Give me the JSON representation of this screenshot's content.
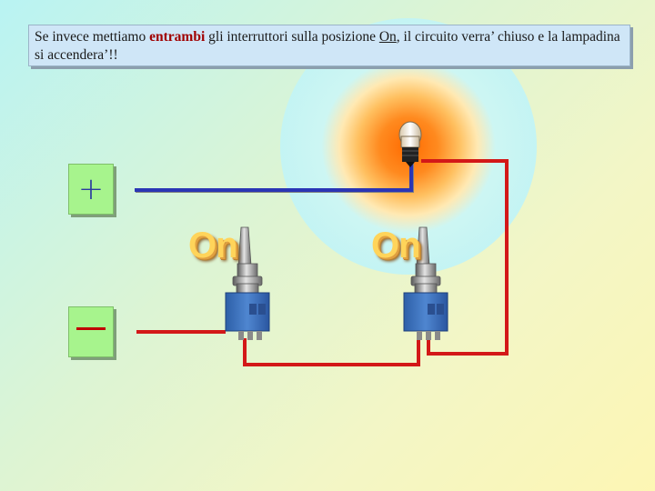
{
  "caption": {
    "part1": "Se invece mettiamo ",
    "highlight": "entrambi",
    "part2": " gli interruttori sulla posizione ",
    "on_word": "On",
    "part3": ", il circuito verra’ chiuso e  la lampadina si accendera’!!"
  },
  "terminals": {
    "positive": "+",
    "negative": "—"
  },
  "switch_labels": [
    "On",
    "On"
  ],
  "colors": {
    "positive_wire": "#2a35b5",
    "negative_wire": "#d31818",
    "terminal_bg": "#a7f48d",
    "caption_bg": "#cfe6f7",
    "highlight_text": "#a00000"
  },
  "icons": {
    "bulb": "lightbulb-icon",
    "switch": "toggle-switch-icon"
  }
}
